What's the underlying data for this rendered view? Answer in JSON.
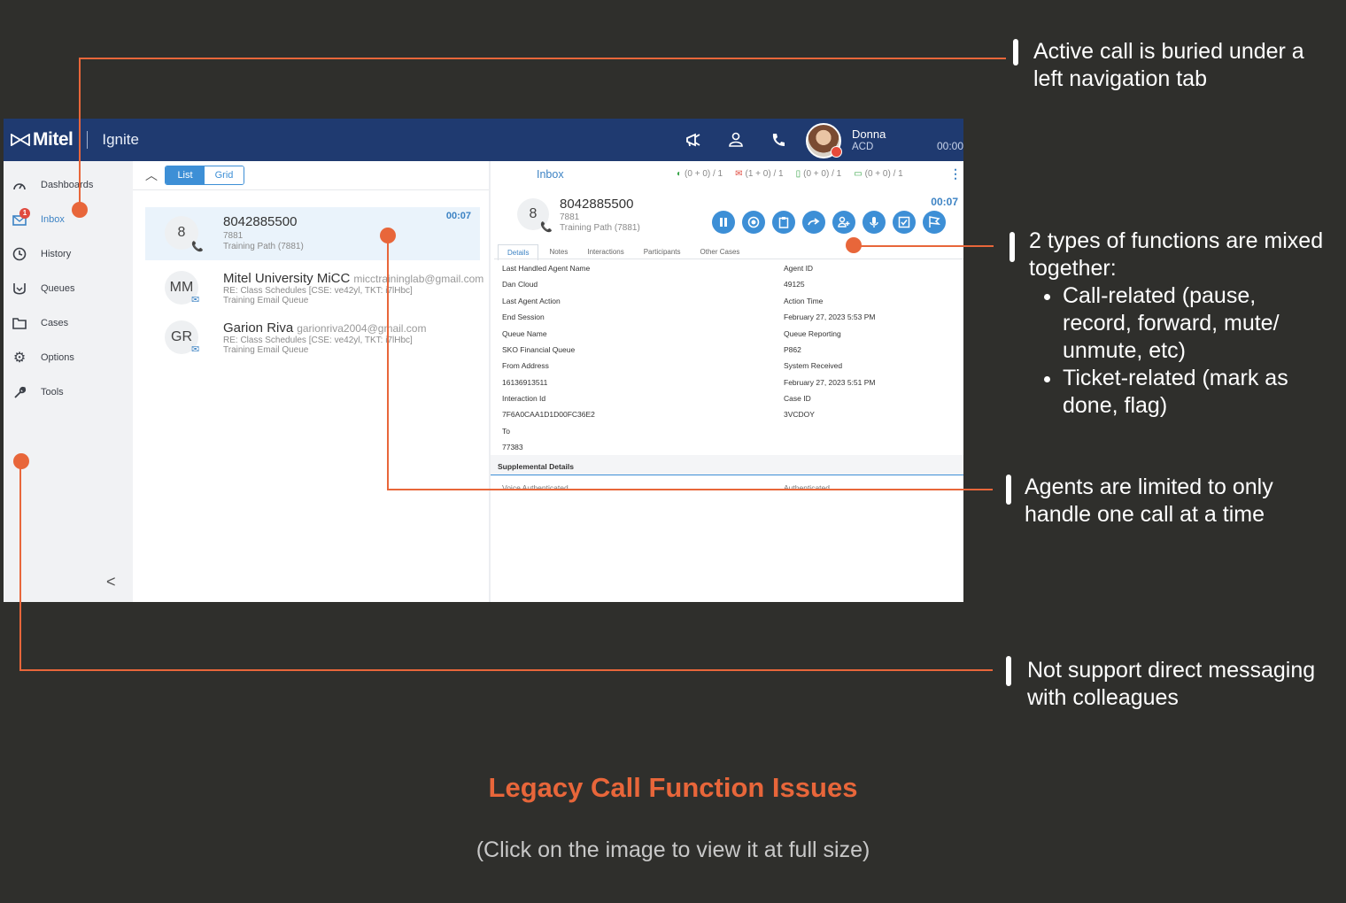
{
  "app": {
    "brand": "Mitel",
    "product": "Ignite",
    "user": {
      "name": "Donna",
      "status": "ACD"
    },
    "header_timer": "00:00"
  },
  "sidebar": {
    "items": [
      {
        "label": "Dashboards",
        "icon": "gauge-icon"
      },
      {
        "label": "Inbox",
        "icon": "inbox-icon",
        "badge": "1"
      },
      {
        "label": "History",
        "icon": "clock-icon"
      },
      {
        "label": "Queues",
        "icon": "queue-icon"
      },
      {
        "label": "Cases",
        "icon": "folder-icon"
      },
      {
        "label": "Options",
        "icon": "gear-icon"
      },
      {
        "label": "Tools",
        "icon": "wrench-icon"
      }
    ],
    "collapse": "<"
  },
  "list": {
    "view_toggle": {
      "list": "List",
      "grid": "Grid"
    },
    "items": [
      {
        "avatar": "8",
        "title": "8042885500",
        "line1": "7881",
        "line2": "Training Path (7881)",
        "timer": "00:07"
      },
      {
        "avatar": "MM",
        "title": "Mitel University MiCC",
        "email": "micctraininglab@gmail.com",
        "line1": "RE: Class Schedules [CSE: ve42yl, TKT: i7lHbc]",
        "line2": "Training Email Queue"
      },
      {
        "avatar": "GR",
        "title": "Garion Riva",
        "email": "garionriva2004@gmail.com",
        "line1": "RE: Class Schedules [CSE: ve42yl, TKT: i7lHbc]",
        "line2": "Training Email Queue"
      }
    ]
  },
  "detail": {
    "inbox_label": "Inbox",
    "counters": [
      "(0 + 0) / 1",
      "(1 + 0) / 1",
      "(0 + 0) / 1",
      "(0 + 0) / 1"
    ],
    "header": {
      "avatar": "8",
      "title": "8042885500",
      "line1": "7881",
      "line2": "Training Path (7881)",
      "timer": "00:07"
    },
    "tabs": [
      "Details",
      "Notes",
      "Interactions",
      "Participants",
      "Other Cases"
    ],
    "fields_left": [
      "Last Handled Agent Name",
      "Dan Cloud",
      "Last Agent Action",
      "End Session",
      "Queue Name",
      "SKO Financial Queue",
      "From Address",
      "16136913511",
      "Interaction Id",
      "7F6A0CAA1D1D00FC36E2",
      "To",
      "77383"
    ],
    "fields_right": [
      "Agent ID",
      "49125",
      "Action Time",
      "February 27, 2023 5:53 PM",
      "Queue Reporting",
      "P862",
      "System Received",
      "February 27, 2023 5:51 PM",
      "Case ID",
      "3VCDOY"
    ],
    "supplemental": "Supplemental Details",
    "supp_left": "Voice Authenticated",
    "supp_right": "Authenticated"
  },
  "annotations": {
    "note1": "Active call is buried under a left navigation tab",
    "note2_intro": "2 types of functions are mixed together:",
    "note2_bullets": [
      "Call-related  (pause, record, forward, mute/ unmute, etc)",
      "Ticket-related  (mark as done, flag)"
    ],
    "note3": "Agents are limited to only handle one call at a time",
    "note4": "Not support direct messaging with colleagues"
  },
  "caption": {
    "title": "Legacy Call Function Issues",
    "subtitle": "(Click on the image to view it at full size)"
  },
  "colors": {
    "accent": "#e8663a",
    "nav": "#1f3a70",
    "blue": "#3d8fd6",
    "background": "#2f2f2c"
  }
}
